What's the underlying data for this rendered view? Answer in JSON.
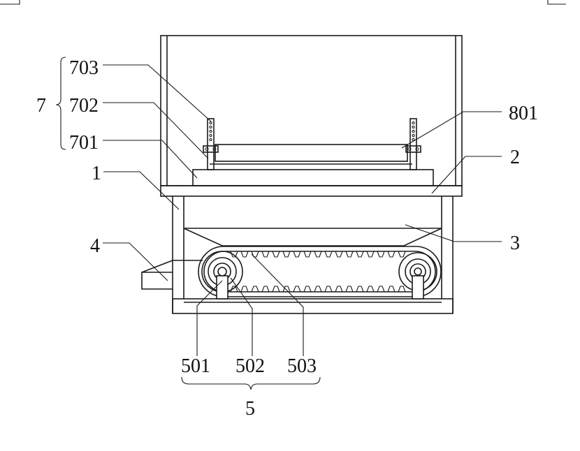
{
  "labels": {
    "group7": "7",
    "l703": "703",
    "l702": "702",
    "l701": "701",
    "l801": "801",
    "l2": "2",
    "l1": "1",
    "l3": "3",
    "l4": "4",
    "l501": "501",
    "l502": "502",
    "l503": "503",
    "group5": "5"
  }
}
